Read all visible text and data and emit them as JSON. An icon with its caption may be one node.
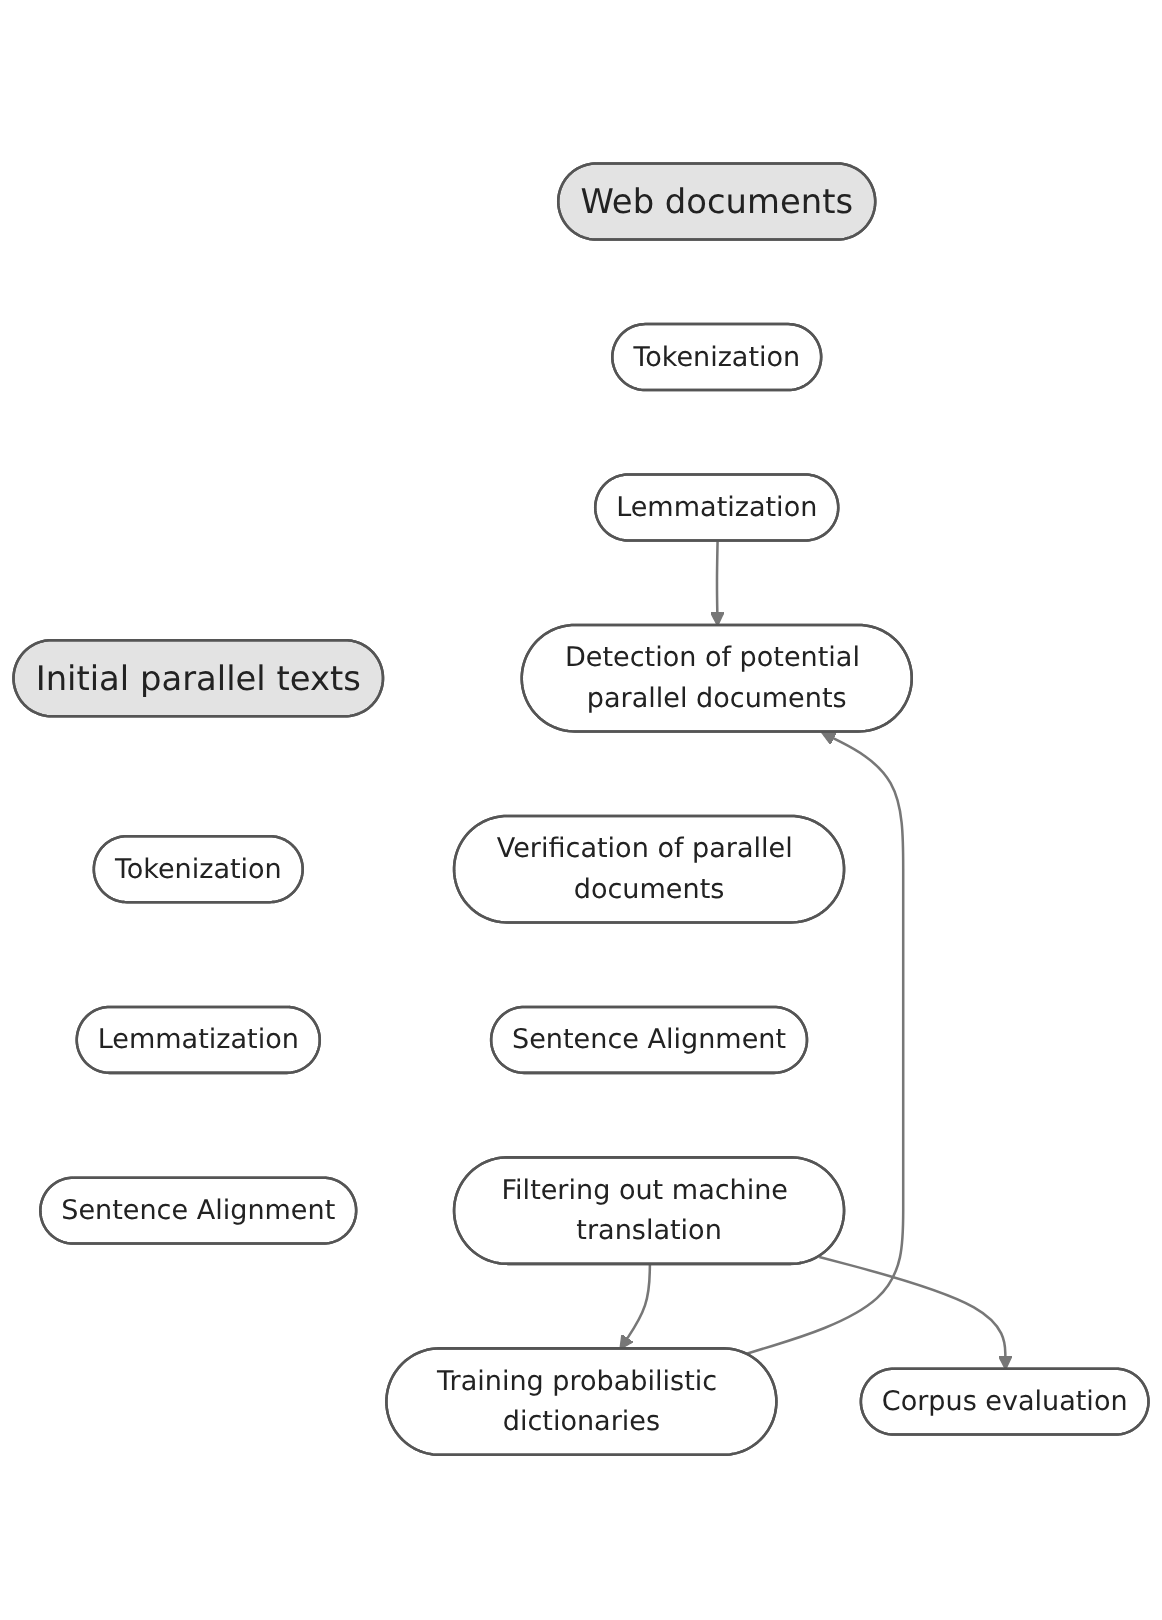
{
  "diagram": {
    "nodes": [
      {
        "text": [
          "Web documents"
        ]
      },
      {
        "text": [
          "Initial parallel texts"
        ]
      },
      {
        "text": [
          "Tokenization"
        ]
      },
      {
        "text": [
          "Lemmatization"
        ]
      },
      {
        "text": [
          "Tokenization"
        ]
      },
      {
        "text": [
          "Lemmatization"
        ]
      },
      {
        "text": [
          "Sentence Alignment"
        ]
      },
      {
        "text": [
          "Training probabilistic dictionaries"
        ]
      },
      {
        "text": [
          "Detection of potential parallel documents"
        ]
      },
      {
        "text": [
          "Verification of parallel documents"
        ]
      },
      {
        "text": [
          "Sentence Alignment"
        ]
      },
      {
        "text": [
          "Filtering out machine translation"
        ]
      },
      {
        "text": [
          "Corpus evaluation"
        ]
      }
    ],
    "edges": [
      {
        "from": 3,
        "to": 8,
        "arrow": "to"
      },
      {
        "from": 7,
        "to": 8,
        "arrow": "to"
      },
      {
        "from": 11,
        "to": 7,
        "arrow": "to"
      },
      {
        "from": 11,
        "to": 12,
        "arrow": "to"
      }
    ]
  }
}
